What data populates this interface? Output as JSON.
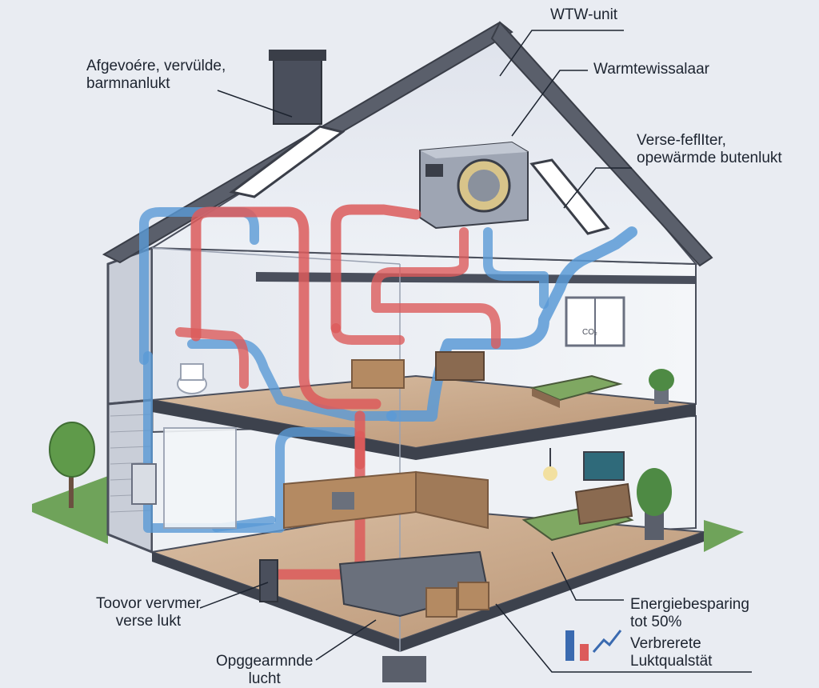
{
  "labels": {
    "wtw_unit": "WTW-unit",
    "heat_exchanger": "Warmtewissalaar",
    "extract_air": [
      "Afgevoére, vervülde,",
      "barmnanlukt"
    ],
    "fresh_filter": [
      "Verse-feflIter,",
      "opewärmde butenlukt"
    ],
    "supply_fresh": [
      "Toovor vervmer",
      "verse lukt"
    ],
    "heated_air": [
      "Opggearmnde",
      "lucht"
    ],
    "energy_saving": [
      "Energiebesparing",
      "tot 50%"
    ],
    "air_quality": [
      "Verbrerete",
      "Luktqualstät"
    ],
    "co2_text": "CO₂"
  },
  "colors": {
    "warm_duct": "#dc5b5b",
    "cool_duct": "#5a9ad6",
    "house_outline": "#4a4f5c",
    "floor": "#c9a98a",
    "roof": "#5a5f6b"
  }
}
